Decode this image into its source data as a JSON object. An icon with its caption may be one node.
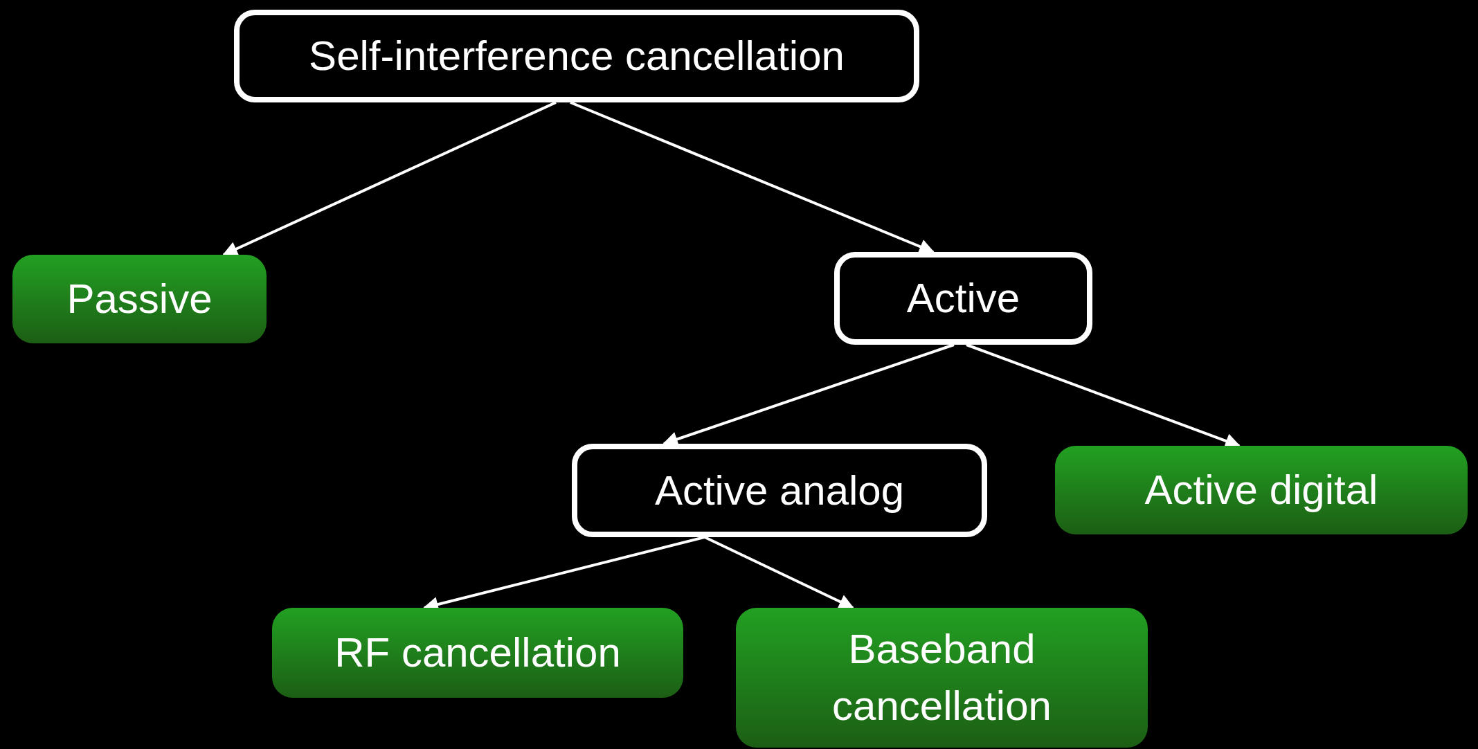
{
  "diagram": {
    "nodes": [
      {
        "text": [
          "Self-interference cancellation"
        ]
      },
      {
        "text": [
          "Passive"
        ]
      },
      {
        "text": [
          "Active"
        ]
      },
      {
        "text": [
          "Active analog"
        ]
      },
      {
        "text": [
          "Active digital"
        ]
      },
      {
        "text": [
          "RF cancellation"
        ]
      },
      {
        "text": [
          "Baseband cancellation"
        ]
      }
    ],
    "edges": [
      {
        "from": 0,
        "to": 1,
        "arrow": "to"
      },
      {
        "from": 0,
        "to": 2,
        "arrow": "to"
      },
      {
        "from": 2,
        "to": 3,
        "arrow": "to"
      },
      {
        "from": 2,
        "to": 4,
        "arrow": "to"
      },
      {
        "from": 3,
        "to": 5,
        "arrow": "to"
      },
      {
        "from": 3,
        "to": 6,
        "arrow": "to"
      }
    ]
  }
}
